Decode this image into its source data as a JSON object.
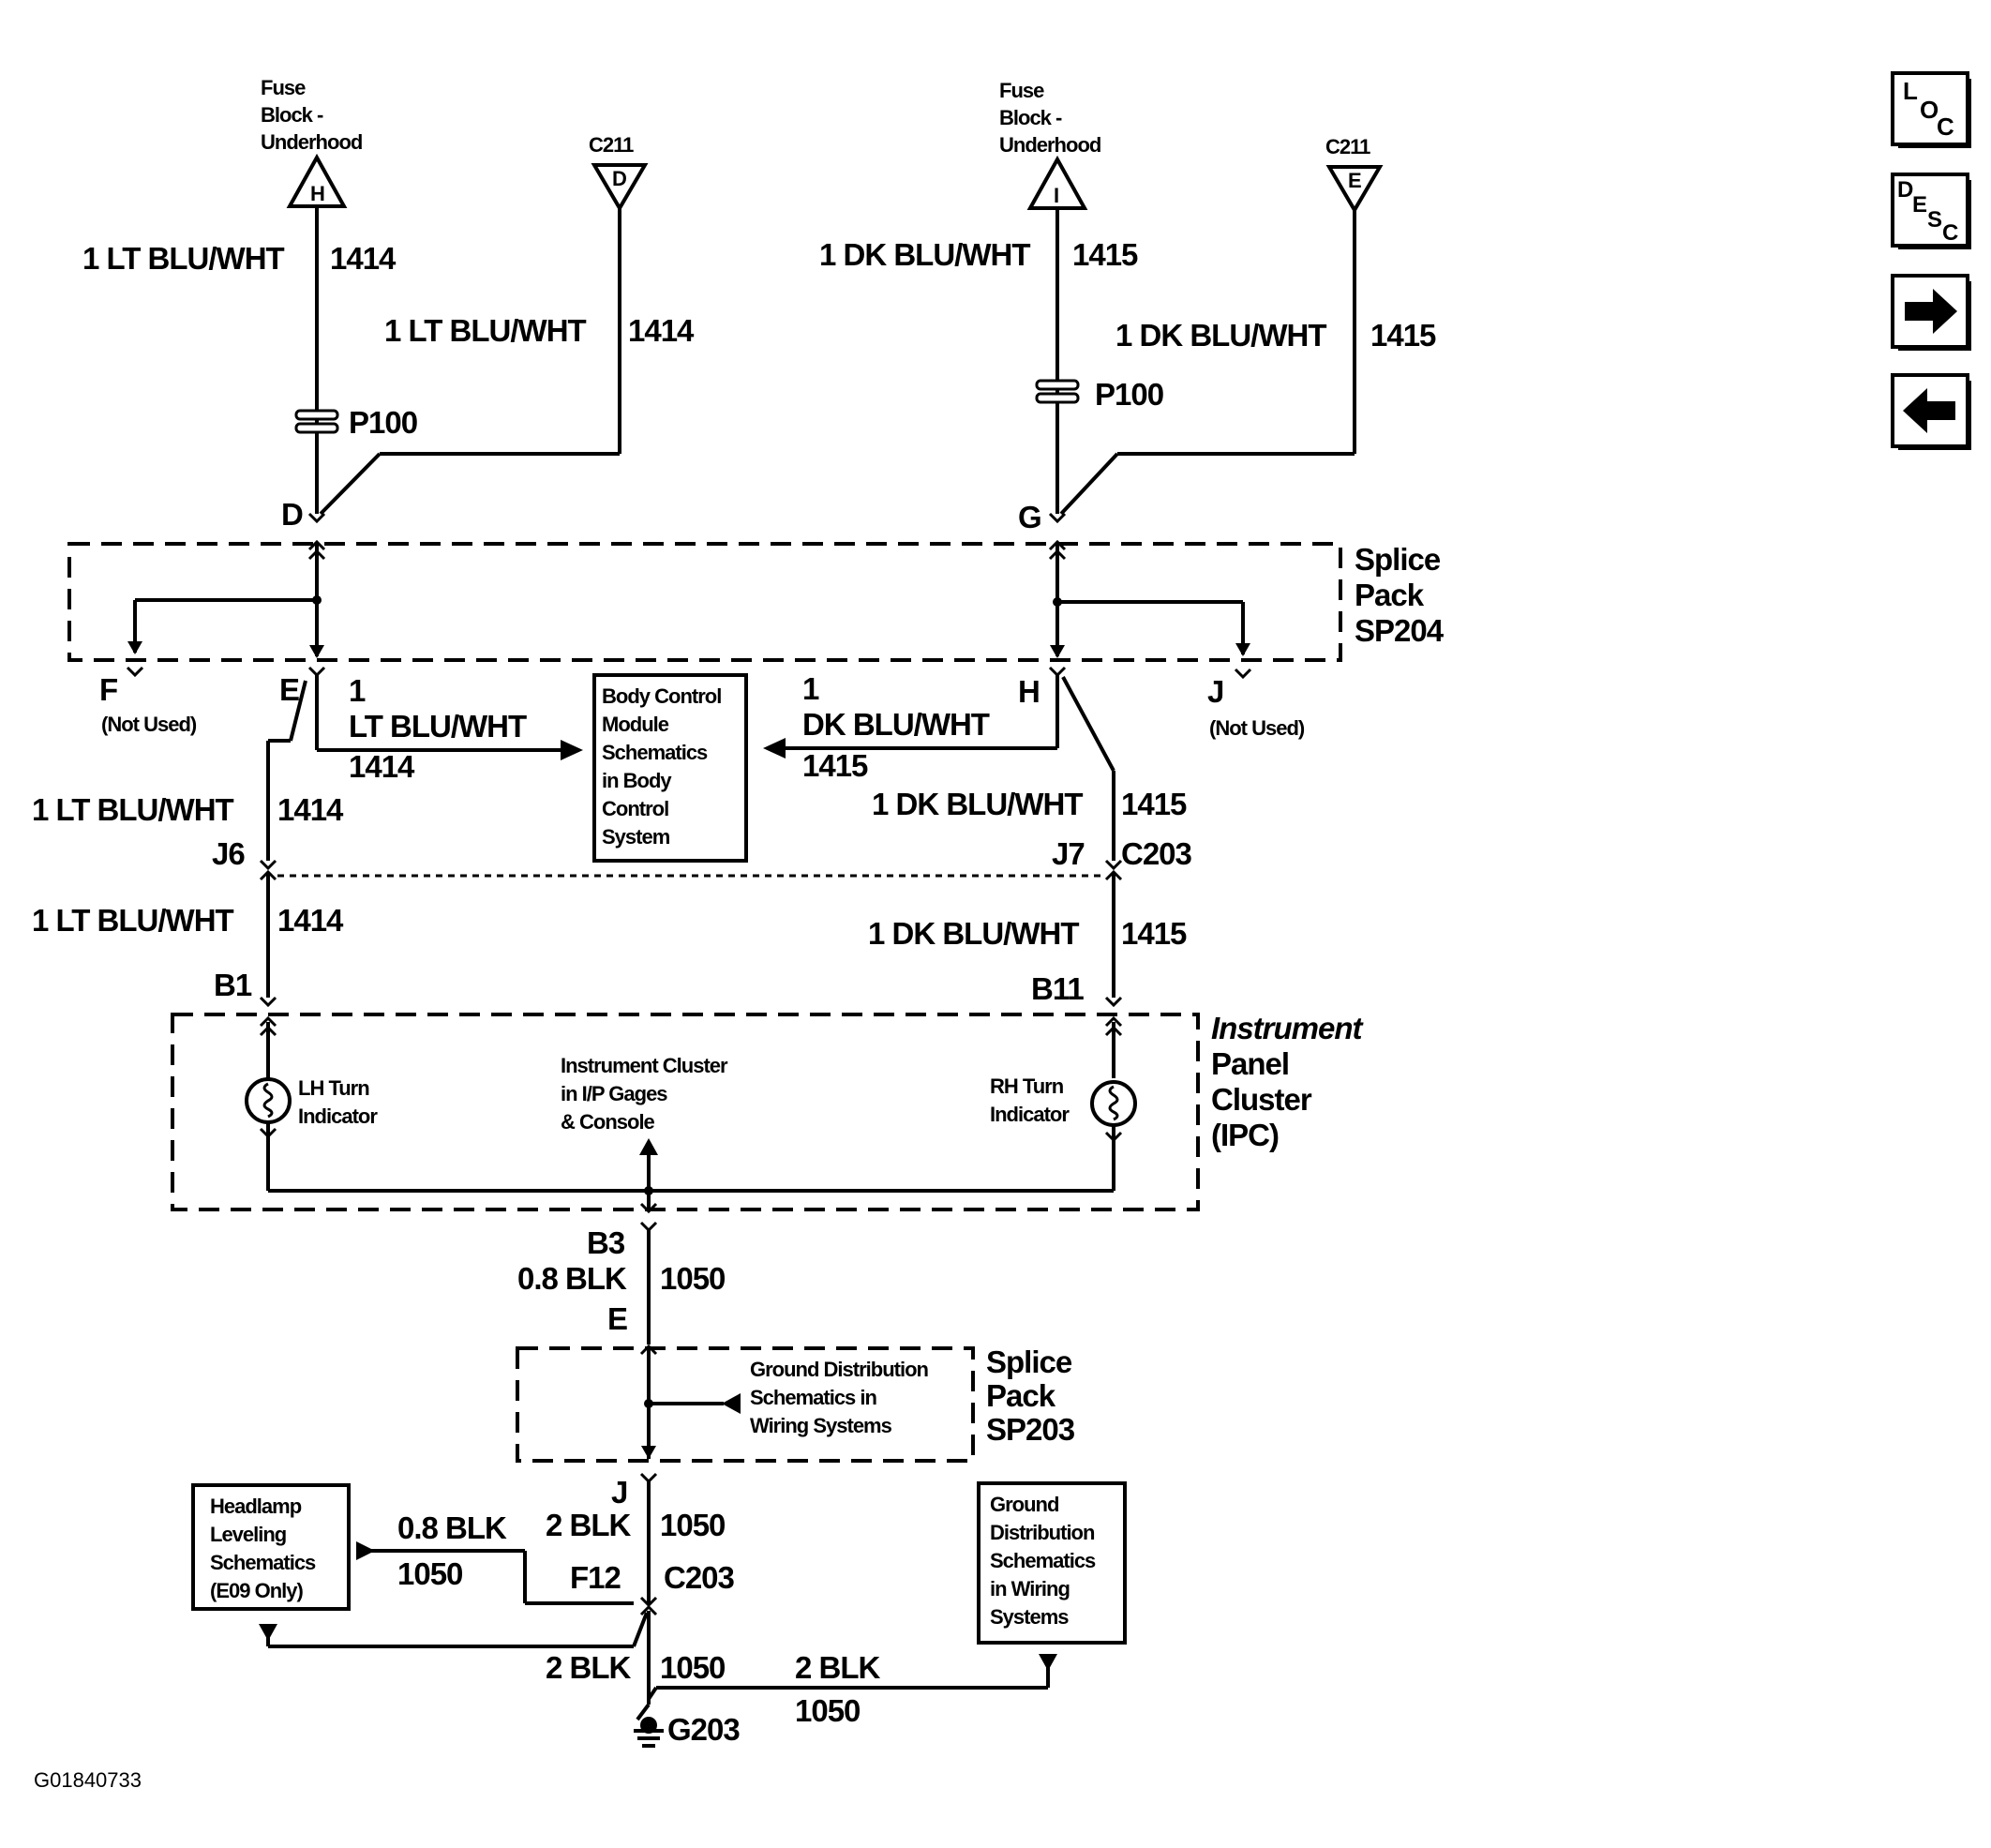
{
  "nav": {
    "loc": {
      "l": "L",
      "o": "O",
      "c": "C"
    },
    "desc": {
      "d": "D",
      "e": "E",
      "s": "S",
      "c": "C"
    }
  },
  "top": {
    "fuse_block_line1": "Fuse",
    "fuse_block_line2": "Block -",
    "fuse_block_line3": "Underhood",
    "fuse_h": "H",
    "fuse_i": "I",
    "c211": "C211",
    "c211_d": "D",
    "c211_e": "E"
  },
  "wires": {
    "lt": "1 LT BLU/WHT",
    "dk": "1 DK BLU/WHT",
    "c1414": "1414",
    "c1415": "1415",
    "p100": "P100",
    "one": "1",
    "lt_short": "LT BLU/WHT",
    "dk_short": "DK BLU/WHT",
    "blk08": "0.8 BLK",
    "blk2": "2 BLK",
    "c1050": "1050"
  },
  "sp204": {
    "line1": "Splice",
    "line2": "Pack",
    "line3": "SP204",
    "pin_d": "D",
    "pin_g": "G",
    "pin_f": "F",
    "pin_e": "E",
    "pin_h": "H",
    "pin_j": "J",
    "not_used": "(Not Used)"
  },
  "bcm": {
    "l1": "Body Control",
    "l2": "Module",
    "l3": "Schematics",
    "l4": "in Body",
    "l5": "Control",
    "l6": "System"
  },
  "c203": {
    "j6": "J6",
    "j7": "J7",
    "name": "C203",
    "f12": "F12"
  },
  "ipc": {
    "b1": "B1",
    "b11": "B11",
    "b3": "B3",
    "line1": "Instrument",
    "line2": "Panel",
    "line3": "Cluster",
    "line4": "(IPC)",
    "lh1": "LH Turn",
    "lh2": "Indicator",
    "rh1": "RH Turn",
    "rh2": "Indicator",
    "ref1": "Instrument Cluster",
    "ref2": "in I/P Gages",
    "ref3": "& Console"
  },
  "sp203": {
    "pin_e": "E",
    "pin_j": "J",
    "line1": "Splice",
    "line2": "Pack",
    "line3": "SP203",
    "ref1": "Ground Distribution",
    "ref2": "Schematics in",
    "ref3": "Wiring Systems"
  },
  "headlamp": {
    "l1": "Headlamp",
    "l2": "Leveling",
    "l3": "Schematics",
    "l4": "(E09 Only)"
  },
  "gnd_ref": {
    "l1": "Ground",
    "l2": "Distribution",
    "l3": "Schematics",
    "l4": "in Wiring",
    "l5": "Systems"
  },
  "ground": "G203",
  "figure_id": "G01840733"
}
